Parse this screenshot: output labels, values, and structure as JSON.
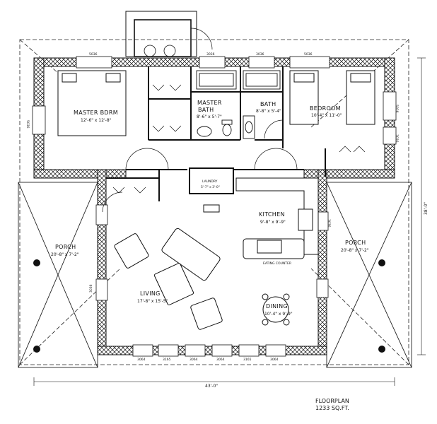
{
  "title": {
    "line1": "FLOORPLAN",
    "line2": "1233 SQ.FT."
  },
  "rooms": {
    "master_bdrm": {
      "name": "MASTER BDRM",
      "dims": "12'-6\" x 12'-8\""
    },
    "master_bath": {
      "name1": "MASTER",
      "name2": "BATH",
      "dims": "8'-6\" x 5'-7\""
    },
    "bath": {
      "name": "BATH",
      "dims": "8'-8\" x 5'-4\""
    },
    "bedroom": {
      "name": "BEDROOM",
      "dims": "10'-4\" x 11'-0\""
    },
    "laundry": {
      "name": "LAUNDRY",
      "dims": "5'-7\" x 3'-0\""
    },
    "kitchen": {
      "name": "KITCHEN",
      "dims": "9'-8\" x 9'-9\""
    },
    "porch_left": {
      "name": "PORCH",
      "dims": "20'-8\" x 7'-2\""
    },
    "porch_right": {
      "name": "PORCH",
      "dims": "20'-8\" x 7'-2\""
    },
    "living": {
      "name": "LIVING",
      "dims": "17'-8\" x 15'-5\""
    },
    "dining": {
      "name": "DINING",
      "dims": "10'-4\" x 9'-9\""
    },
    "eating_counter": "EATING COUNTER"
  },
  "overall_dims": {
    "width": "43'-0\"",
    "height": "38'-0\""
  },
  "window_tags": {
    "top": [
      "5036",
      "3036",
      "3036",
      "5036"
    ],
    "bottom": [
      "3064",
      "3165",
      "3064",
      "3064",
      "3165",
      "3064"
    ],
    "left_side": [
      "5036",
      "3036"
    ],
    "right_side": [
      "5036",
      "3036",
      "3036"
    ]
  }
}
